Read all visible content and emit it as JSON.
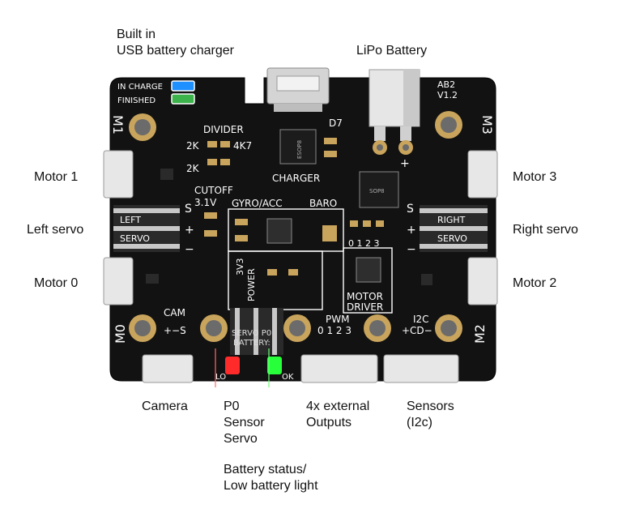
{
  "callouts": {
    "usb_charger": [
      "Built in",
      "USB battery charger"
    ],
    "lipo": "LiPo Battery",
    "motor1": "Motor 1",
    "left_servo": "Left servo",
    "motor0": "Motor 0",
    "motor3": "Motor 3",
    "right_servo": "Right servo",
    "motor2": "Motor 2",
    "camera": "Camera",
    "p0": [
      "P0",
      "Sensor",
      "Servo"
    ],
    "outputs": [
      "4x external",
      "Outputs"
    ],
    "sensors": [
      "Sensors",
      "(I2c)"
    ],
    "battery_status": [
      "Battery status/",
      "Low battery light"
    ]
  },
  "silkscreen": {
    "in_charge": "IN CHARGE",
    "finished": "FINISHED",
    "divider": "DIVIDER",
    "r2k_a": "2K",
    "r4k7": "4K7",
    "r2k_b": "2K",
    "charger": "CHARGER",
    "d7": "D7",
    "cutoff": "CUTOFF",
    "cutoff_v": "3.1V",
    "gyro": "GYRO/ACC",
    "baro": "BARO",
    "m1": "M1",
    "m3": "M3",
    "m0": "M0",
    "m2": "M2",
    "version": [
      "AB2",
      "V1.2"
    ],
    "left_servo": [
      "LEFT",
      "SERVO"
    ],
    "right_servo": [
      "RIGHT",
      "SERVO"
    ],
    "s": "S",
    "plus": "+",
    "minus": "−",
    "v3v3": "3V3",
    "power": "POWER",
    "motor_driver": [
      "MOTOR",
      "DRIVER"
    ],
    "pwm": "PWM",
    "pwm_nums": "0 1 2 3",
    "m_nums": "0 1 2 3",
    "cam": "CAM",
    "cam_pins": "+−S",
    "i2c": "I2C",
    "i2c_pins": "+CD−",
    "servo_p0": "SERVO P0",
    "battery": "BATTERY:",
    "lo": "LO",
    "ok": "OK",
    "chip1": "ESOP8",
    "chip2": "SOP8"
  },
  "colors": {
    "pcb": "#121212",
    "gold": "#c9a45c",
    "silk": "#ffffff",
    "connector": "#e7e7e7",
    "led_blue": "#1e90ff",
    "led_green": "#3cb44b",
    "led_red": "#ff2a2a",
    "led_bright_green": "#26ff3a"
  }
}
